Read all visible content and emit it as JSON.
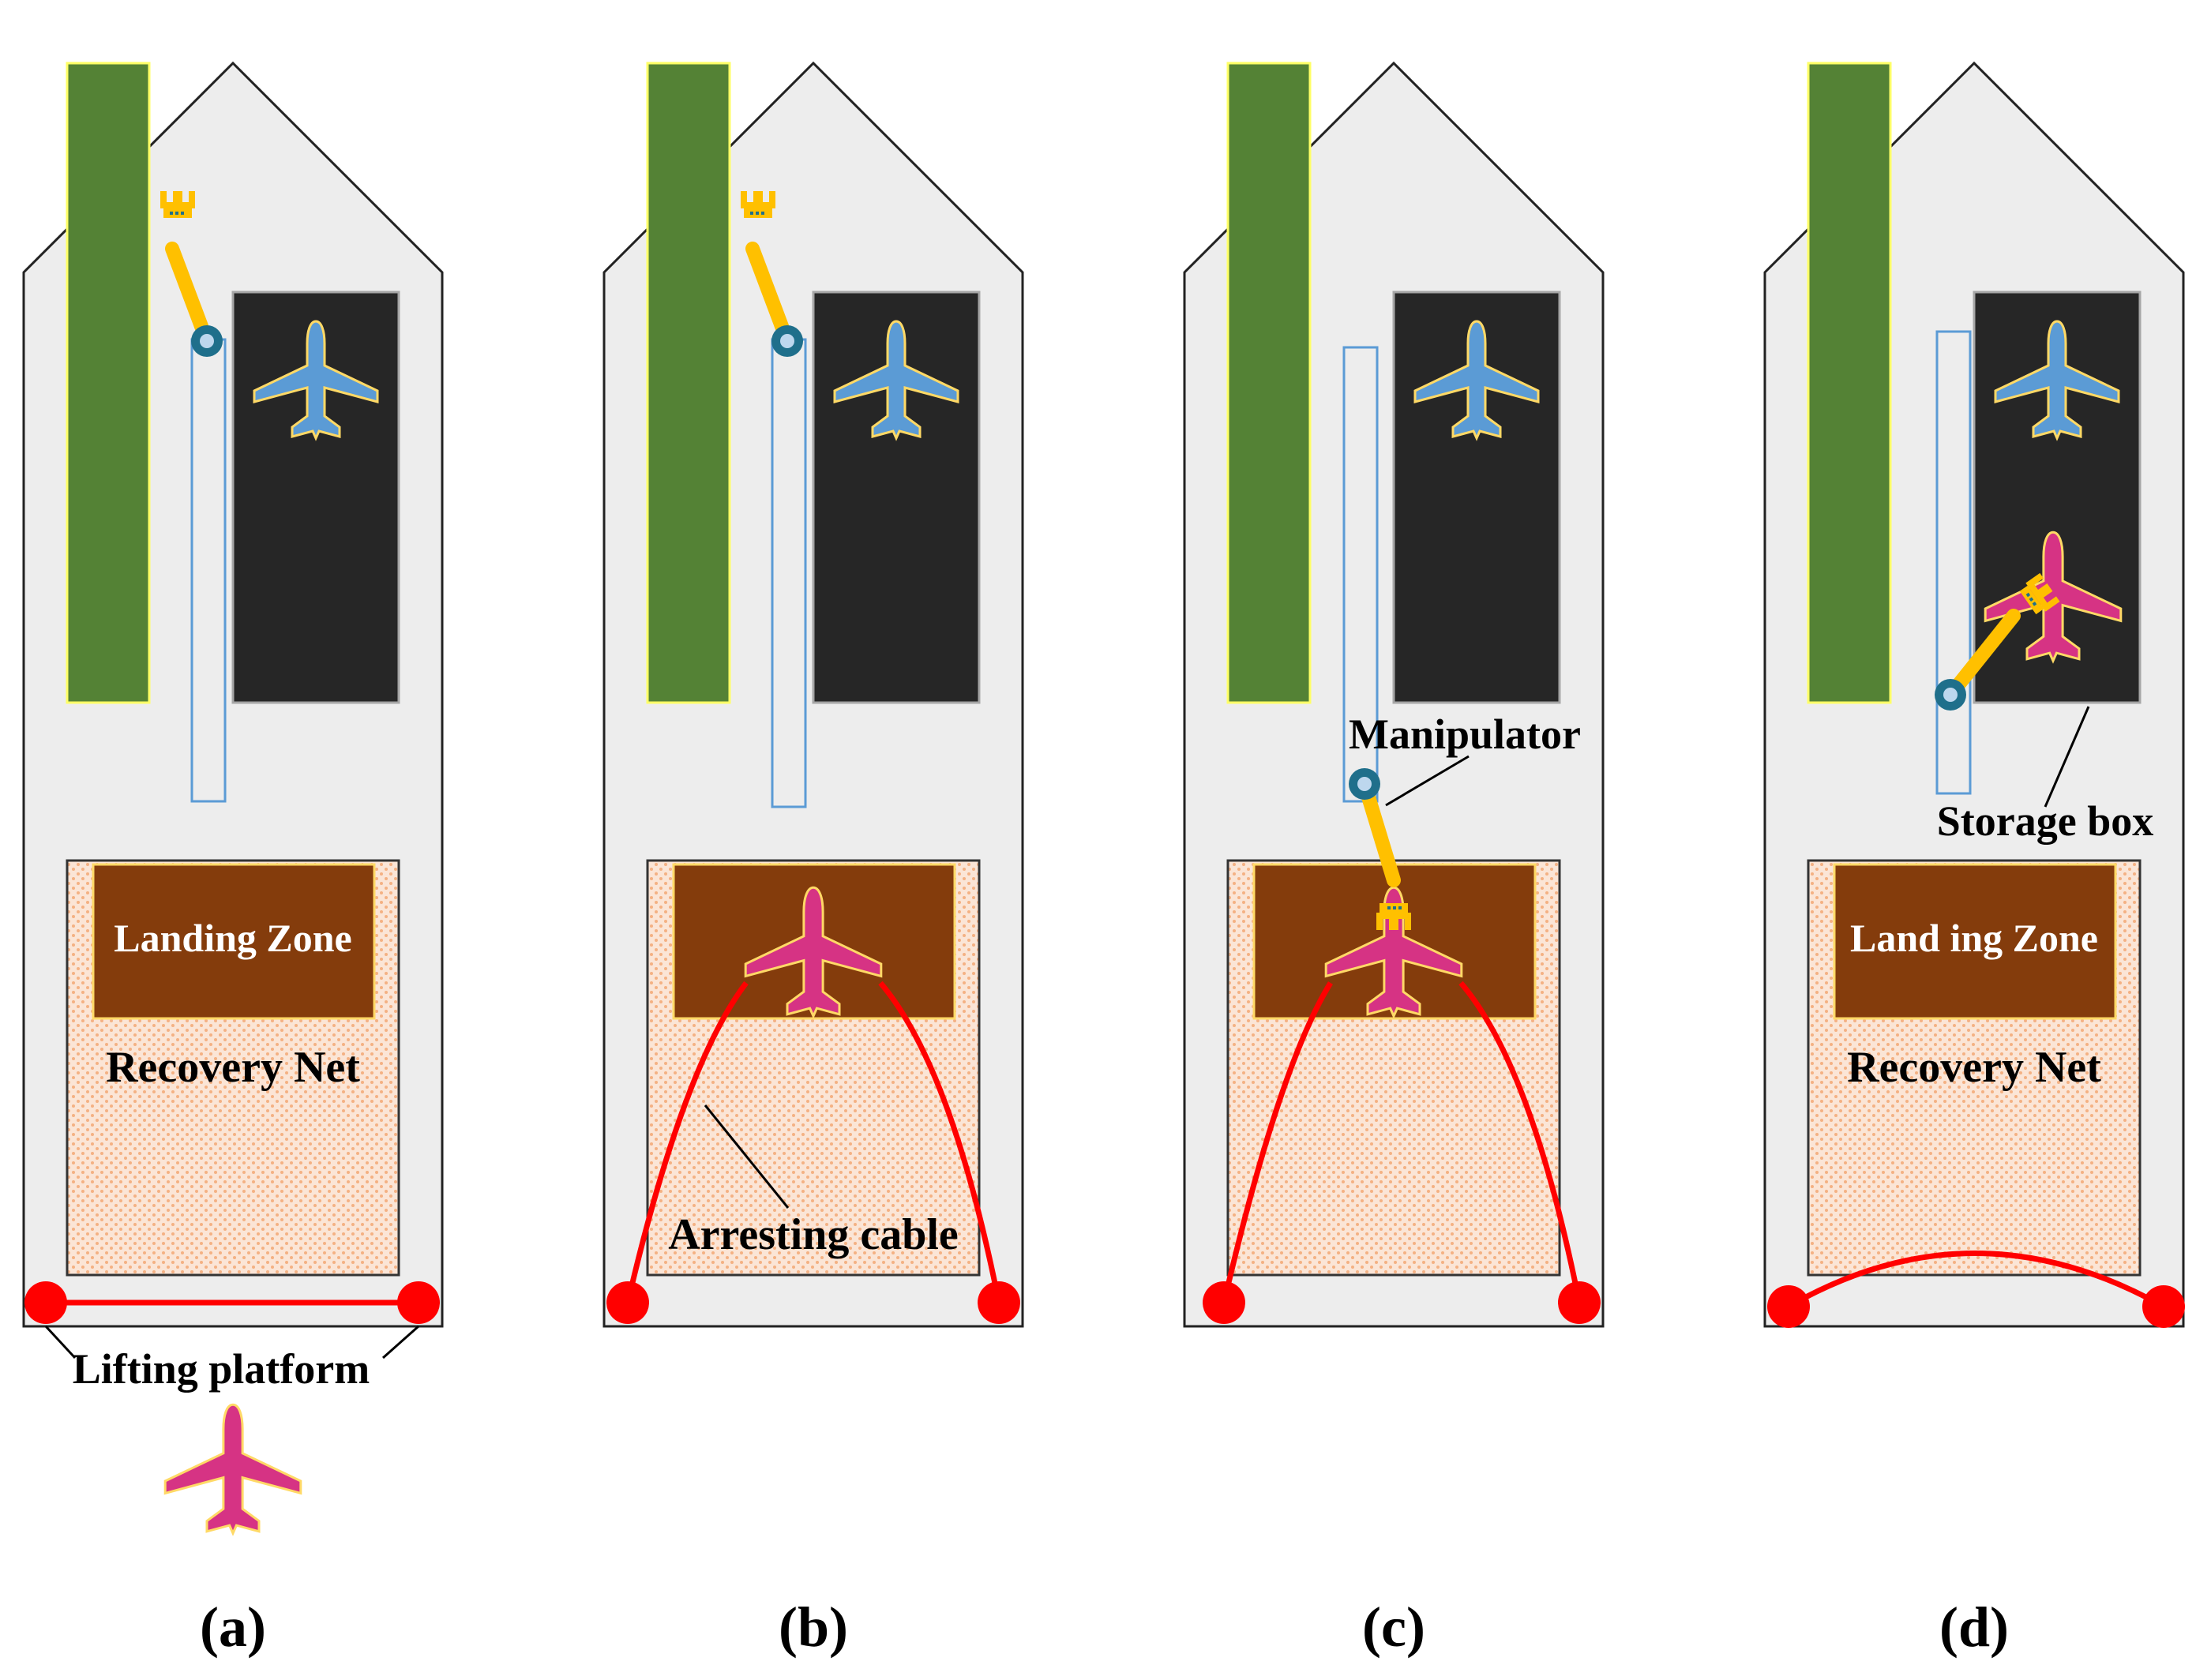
{
  "colors": {
    "hull": "#EDEDED",
    "hull_stroke": "#222222",
    "green_block": "#548235",
    "green_border": "#FFFF66",
    "storage": "#262626",
    "storage_border": "#A6A6A6",
    "landing": "#843C0C",
    "landing_border": "#FFD966",
    "net_fill": "#FBE5D6",
    "net_dot": "#F4B183",
    "cable": "#FF0000",
    "rail": "#5B9BD5",
    "arm": "#FFC000",
    "joint": "#1F6F8B",
    "uav_stored": "#5B9BD5",
    "uav_recovered": "#D63384",
    "uav_outline": "#FFD966"
  },
  "labels": {
    "landing_zone": "Landing Zone",
    "landing_zone_d": "Land ing Zone",
    "recovery_net": "Recovery Net",
    "lifting_platform": "Lifting platform",
    "arresting_cable": "Arresting cable",
    "manipulator": "Manipulator",
    "storage_box": "Storage box"
  },
  "captions": [
    "(a)",
    "(b)",
    "(c)",
    "(d)"
  ],
  "icons": {
    "uav": "airplane-icon",
    "manipulator": "robotic-arm-icon",
    "anchor": "red-anchor-dot"
  }
}
